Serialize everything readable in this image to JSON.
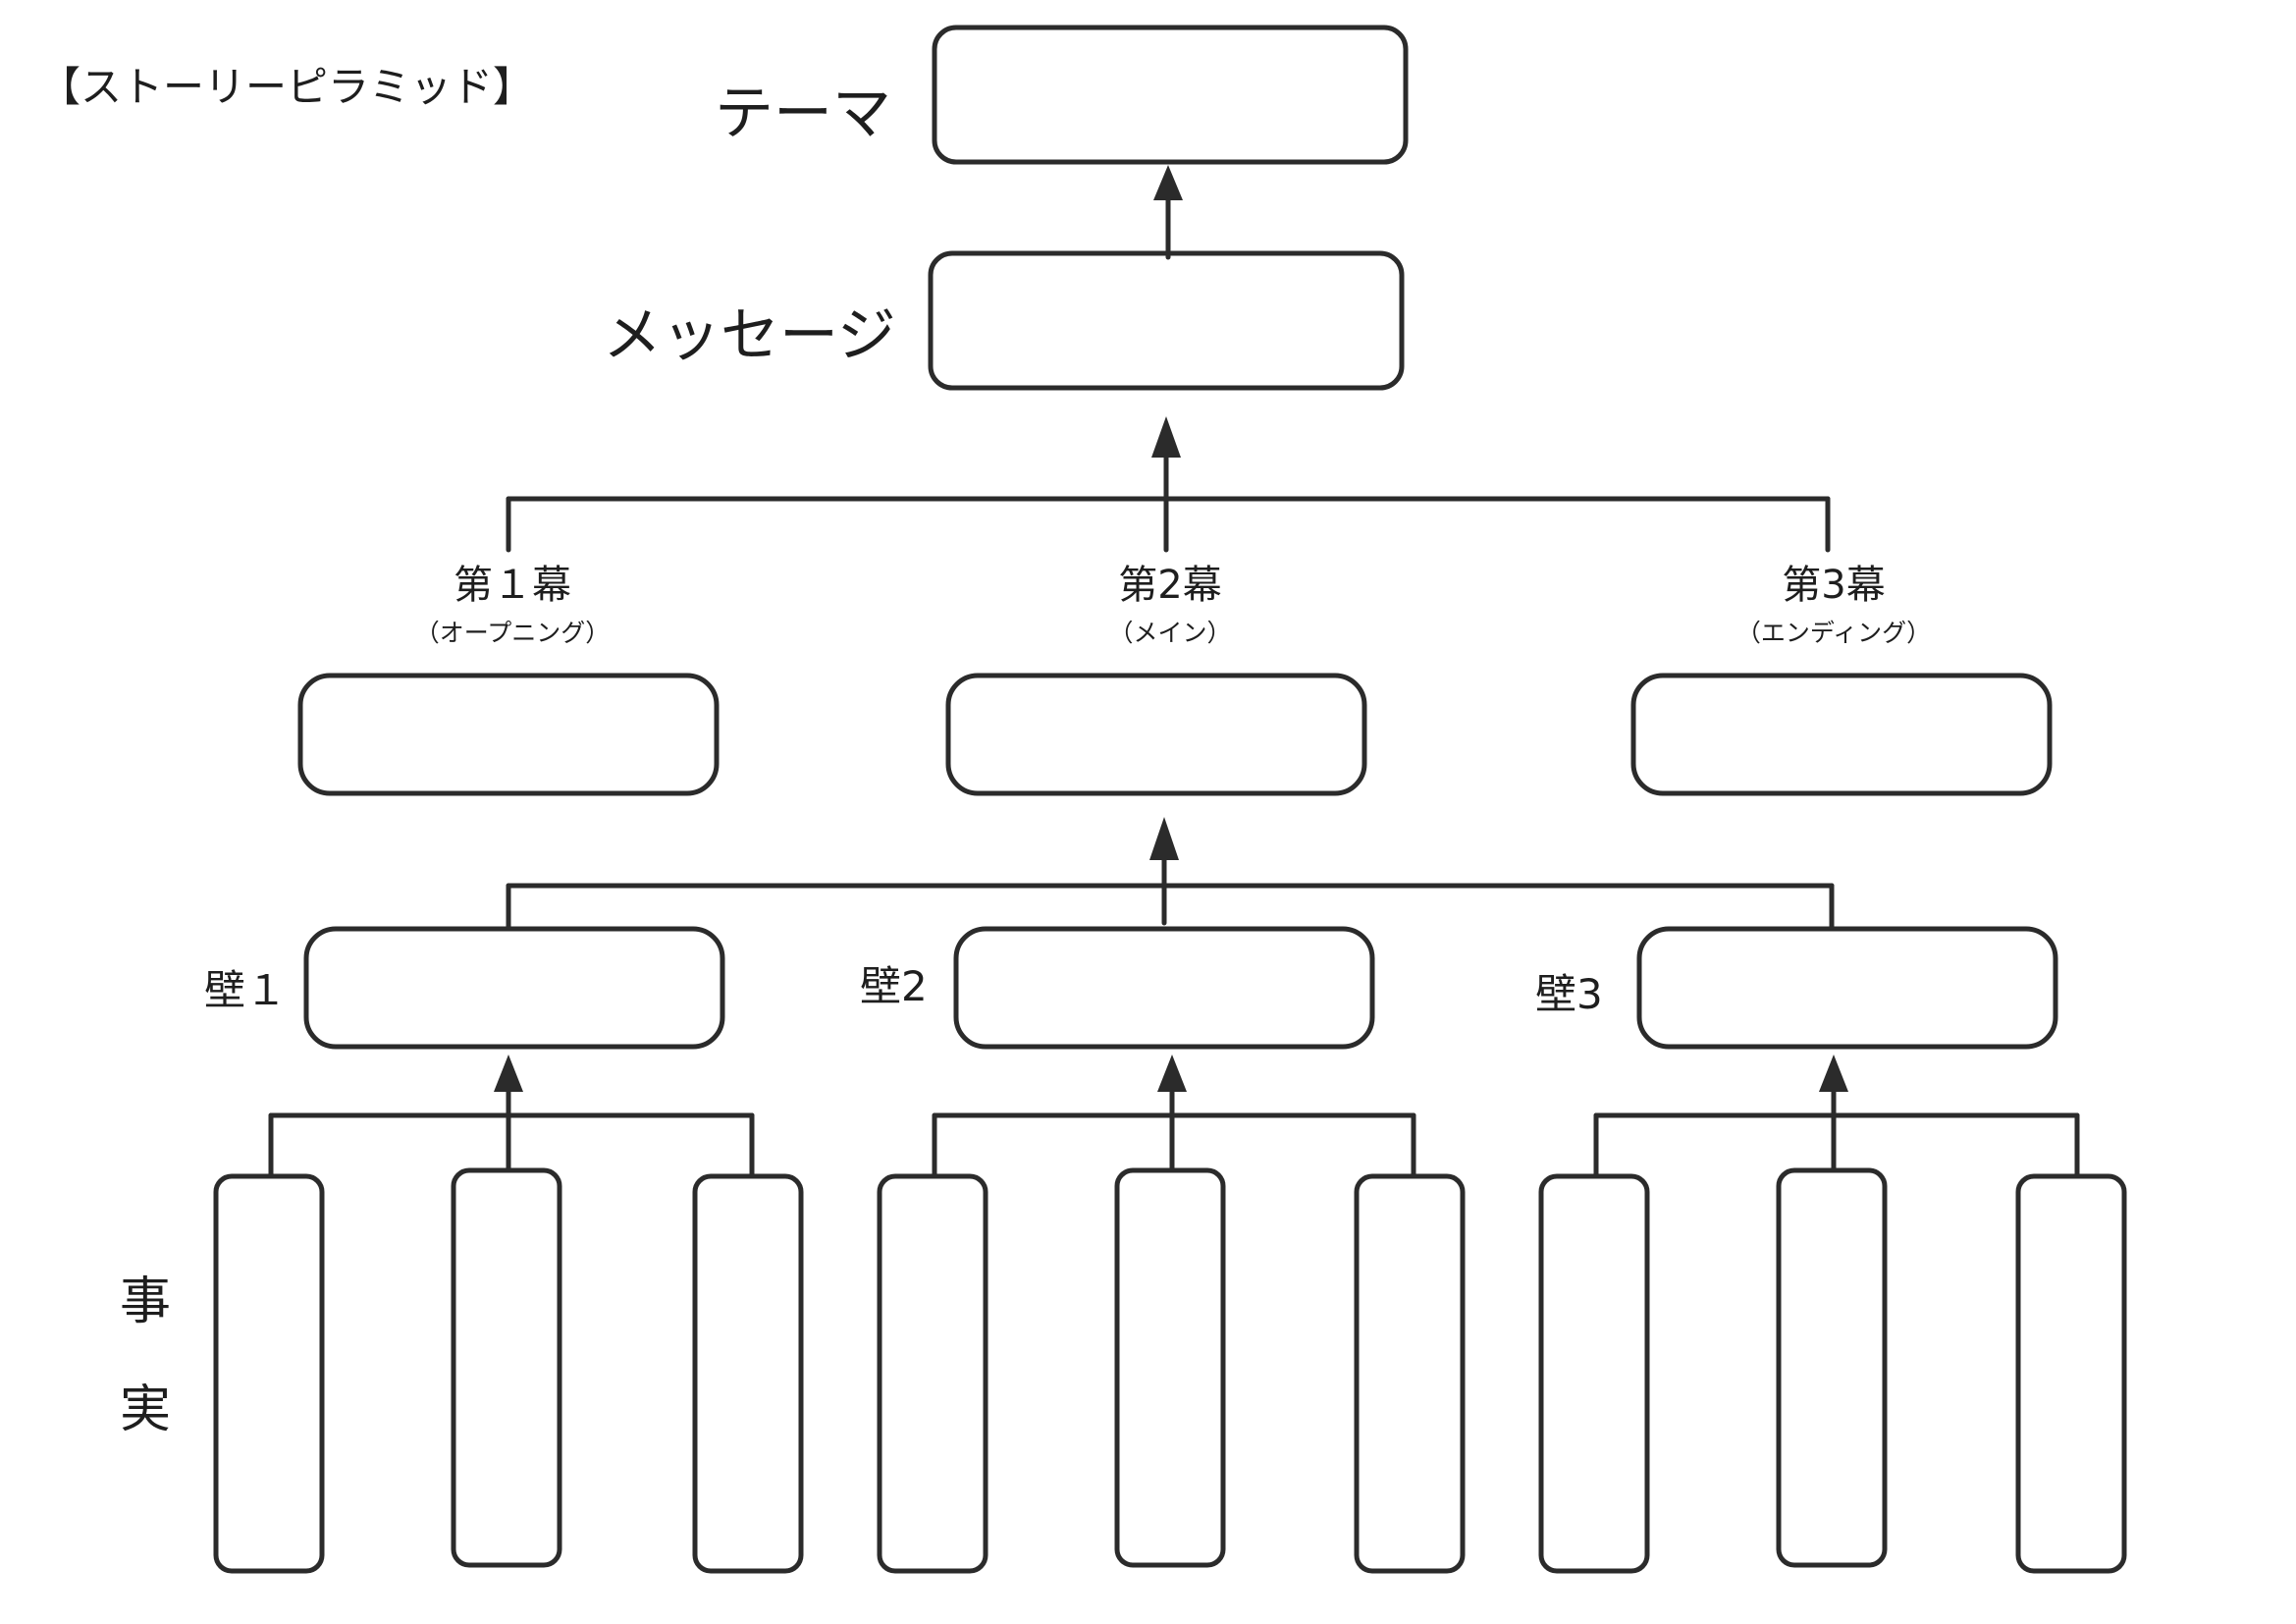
{
  "title": "【ストーリーピラミッド】",
  "theme_label": "テーマ",
  "message_label": "メッセージ",
  "acts": [
    {
      "label": "第１幕",
      "sub": "（オープニング）"
    },
    {
      "label": "第2幕",
      "sub": "（メイン）"
    },
    {
      "label": "第3幕",
      "sub": "（エンディング）"
    }
  ],
  "walls": [
    "壁１",
    "壁2",
    "壁3"
  ],
  "facts_label": [
    "事",
    "実"
  ],
  "colors": {
    "stroke": "#2b2b2b",
    "text": "#1e1e1e",
    "background": "#ffffff"
  }
}
